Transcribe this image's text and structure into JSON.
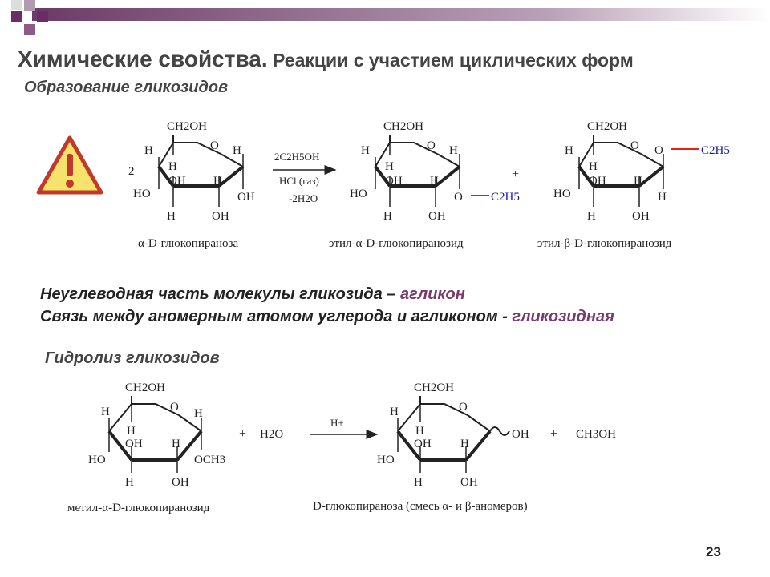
{
  "slide": {
    "title_main": "Химические свойства.",
    "title_rest": " Реакции с участием циклических форм",
    "subtitle": "Образование гликозидов",
    "subtitle2": "Гидролиз гликозидов",
    "page_number": "23",
    "colors": {
      "accent": "#7a3a6a",
      "blue": "#1a1aa0",
      "red": "#e00000",
      "warning": "#f7e26b"
    }
  },
  "reaction1": {
    "coef": "2",
    "reagent": "2C2H5OH",
    "catalyst": "HCl (газ)",
    "water": "-2H2O",
    "plus": "+",
    "caption_reactant": "α-D-глюкопираноза",
    "caption_product1": "этил-α-D-глюкопиранозид",
    "caption_product2": "этил-β-D-глюкопиранозид"
  },
  "notes": {
    "line1_text": "Неуглеводная часть молекулы гликозида – ",
    "line1_term": "агликон",
    "line2_text": "Связь между аномерным атомом углерода и агликоном - ",
    "line2_term": "гликозидная"
  },
  "reaction2": {
    "plus1": "+",
    "water": "H2O",
    "catalyst": "H+",
    "plus2": "+",
    "methanol": "CH3OH",
    "caption_reactant": "метил-α-D-глюкопиранозид",
    "caption_product": "D-глюкопираноза (смесь α- и β-аномеров)"
  },
  "labels": {
    "ch2oh": "CH2OH",
    "o": "O",
    "h": "H",
    "oh": "OH",
    "ho": "HO",
    "och3": "OCH3",
    "c2h5": "C2H5"
  }
}
